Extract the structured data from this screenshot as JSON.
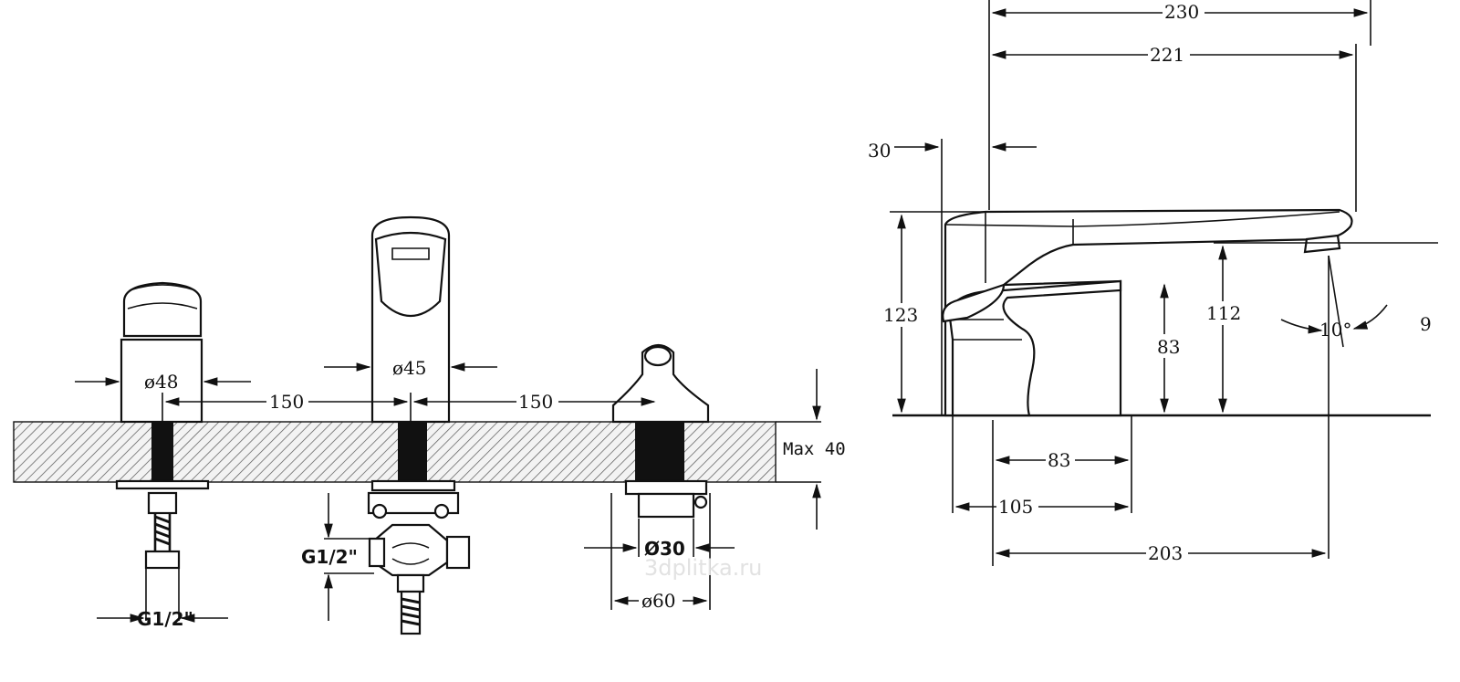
{
  "front_view": {
    "handle_diameter": "ø48",
    "spout_diameter": "ø45",
    "diverter_hole": "Ø30",
    "diverter_flange": "ø60",
    "spacing_left": "150",
    "spacing_right": "150",
    "deck_thickness": "Max  40",
    "thread_left": "G1/2\"",
    "thread_center": "G1/2\""
  },
  "side_view": {
    "overall_length": "230",
    "spout_length": "221",
    "handle_offset": "30",
    "total_height": "123",
    "spout_height": "112",
    "body_height": "83",
    "body_width": "83",
    "base_depth": "105",
    "spout_reach": "203",
    "angle": "10°",
    "outlet_drop": "9"
  },
  "watermark": "3dplitka.ru"
}
